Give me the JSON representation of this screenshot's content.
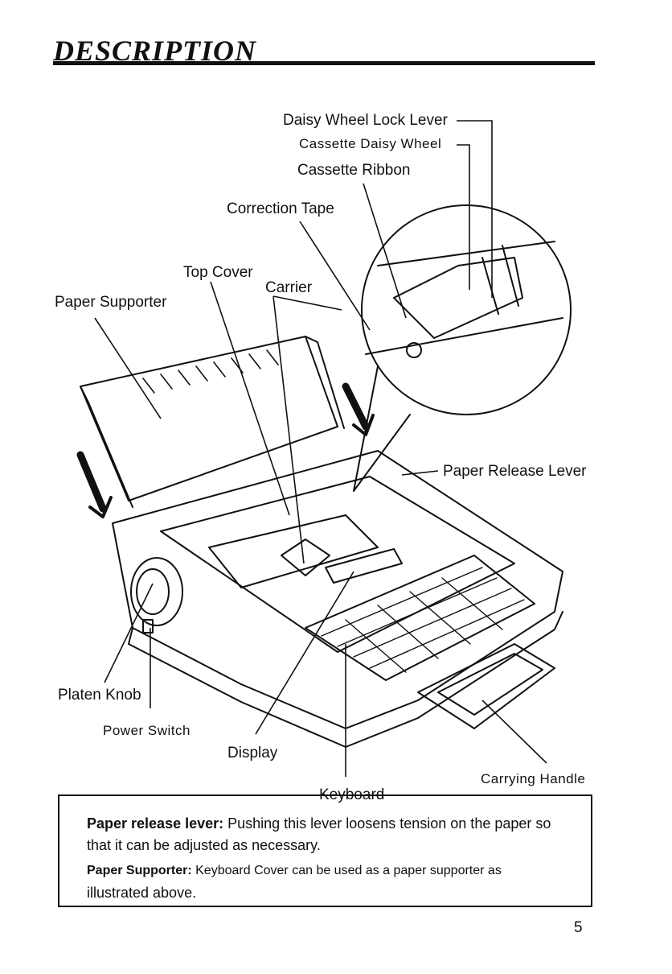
{
  "page": {
    "title": "DESCRIPTION",
    "page_number": "5"
  },
  "labels": {
    "daisy_wheel_lock_lever": "Daisy Wheel Lock Lever",
    "cassette_daisy_wheel": "Cassette Daisy Wheel",
    "cassette_ribbon": "Cassette Ribbon",
    "correction_tape": "Correction Tape",
    "top_cover": "Top Cover",
    "carrier": "Carrier",
    "paper_supporter": "Paper Supporter",
    "paper_release_lever": "Paper Release Lever",
    "platen_knob": "Platen Knob",
    "power_switch": "Power Switch",
    "display": "Display",
    "keyboard": "Keyboard",
    "carrying_handle": "Carrying Handle"
  },
  "notes": {
    "paper_release_term": "Paper release lever:",
    "paper_release_text_1": " Pushing this lever loosens tension on the paper so",
    "paper_release_text_2": "that it can be adjusted as necessary.",
    "paper_supporter_term": "Paper Supporter:",
    "paper_supporter_text_1": " Keyboard Cover can be used as a paper supporter as",
    "paper_supporter_text_2": "illustrated above."
  }
}
